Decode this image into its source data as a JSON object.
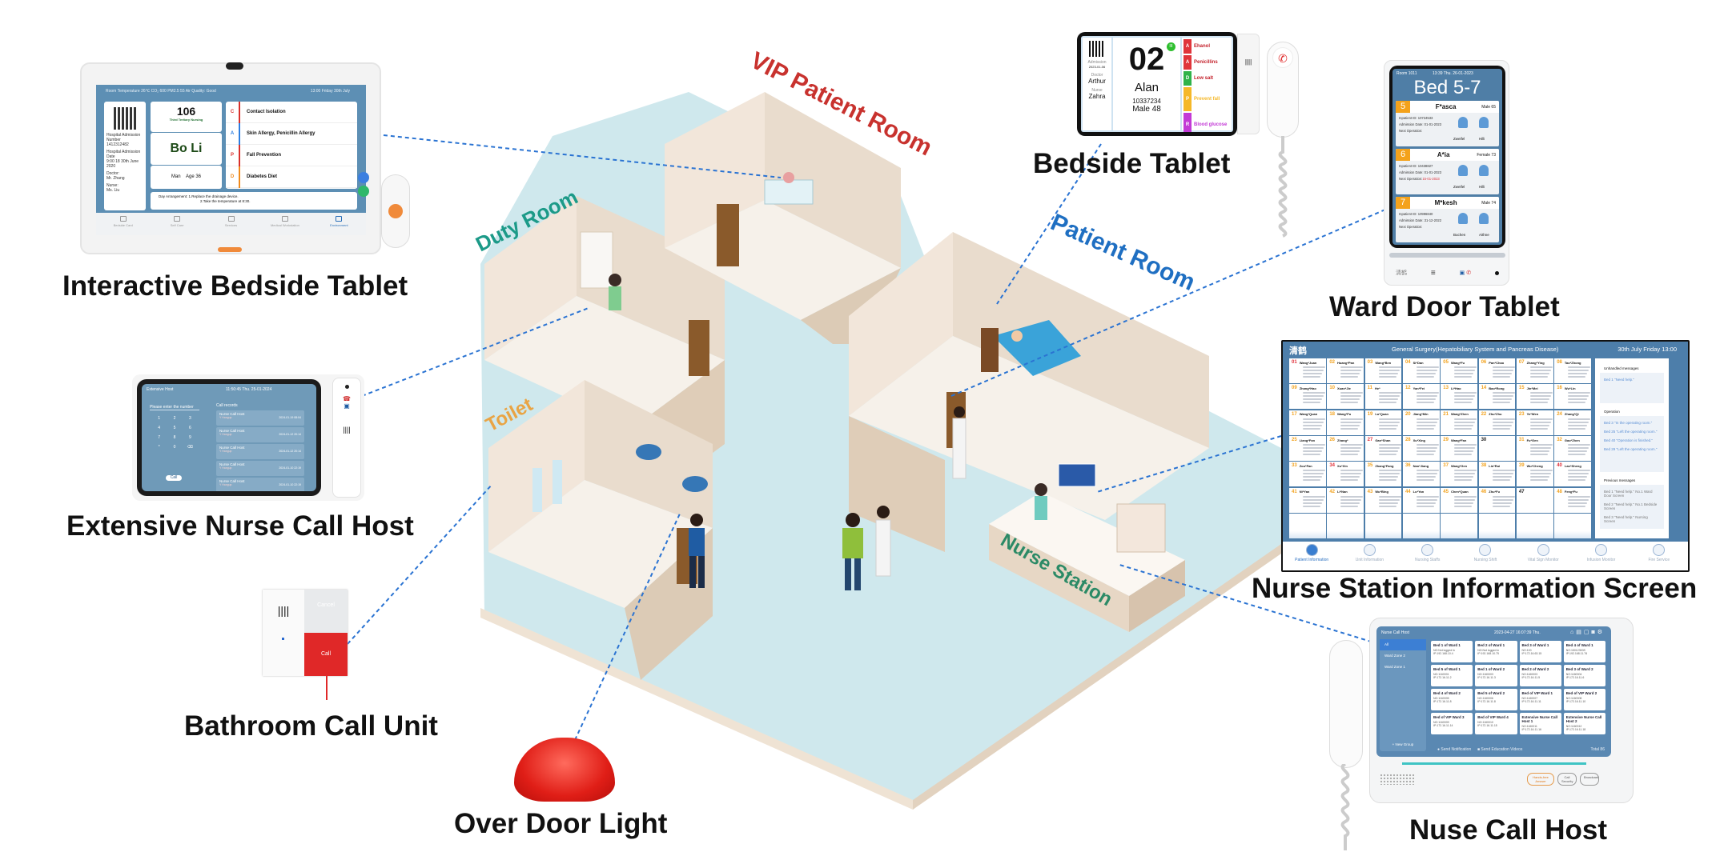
{
  "labels": {
    "interactive_bedside_tablet": "Interactive Bedside Tablet",
    "extensive_nurse_call_host": "Extensive Nurse Call Host",
    "bathroom_call_unit": "Bathroom Call Unit",
    "over_door_light": "Over Door Light",
    "bedside_tablet": "Bedside Tablet",
    "ward_door_tablet": "Ward Door Tablet",
    "nurse_station_information_screen": "Nurse Station Information Screen",
    "nuse_call_host": "Nuse Call Host"
  },
  "rooms": {
    "vip": "VIP Patient Room",
    "duty": "Duty Room",
    "patient": "Patient Room",
    "toilet": "Toilet",
    "nurse_station": "Nurse Station"
  },
  "room_colors": {
    "vip": "#c8322e",
    "duty": "#1c9a88",
    "patient": "#1f6fc2",
    "toilet": "#e9a444",
    "nurse_station": "#2b8a66"
  },
  "interactive_tablet": {
    "header": "Room Temperature 26℃  CO₂ 600   PM2.5 55   Air Quality: Good",
    "datetime": "13:00 Friday 30th July",
    "left": [
      "Hospital Admission Number",
      "1412312482",
      "Hospital Admission Date",
      "9:00 18 30th June 2020",
      "Doctor:",
      "Mr. Zhang",
      "Nurse:",
      "Ms. Liu"
    ],
    "room": "106",
    "nursing_level": "Third Tertiary Nursing",
    "patient_name": "Bo Li",
    "gender": "Man",
    "age": "Age 36",
    "tags": [
      {
        "letter": "C",
        "text": "Contact Isolation",
        "color": "#d9302b"
      },
      {
        "letter": "A",
        "text": "Skin Allergy, Penicillin Allergy",
        "color": "#2d7ee0"
      },
      {
        "letter": "P",
        "text": "Fall Prevention",
        "color": "#d9302b"
      },
      {
        "letter": "D",
        "text": "Diabetes Diet",
        "color": "#f08a1c"
      }
    ],
    "day_arrangement_label": "Day Arrangement:",
    "day_arrangement": [
      "1.Replace the drainage device.",
      "2.Take the temperature at 8:30."
    ],
    "nav": [
      "Bedside Card",
      "Self Care",
      "Services",
      "Medical Workstation",
      "Environment"
    ],
    "nav_active": 4
  },
  "extensive_host": {
    "title": "Extensive Host",
    "datetime": "11:50:45 Thu. 25-01-2024",
    "dial_placeholder": "Please enter the number",
    "keys": [
      "1",
      "2",
      "3",
      "4",
      "5",
      "6",
      "7",
      "8",
      "9",
      "*",
      "0",
      "⌫"
    ],
    "call_button": "Call",
    "records_title": "Call records",
    "records": [
      {
        "name": "Nurse Call Host",
        "sub": "Y Hangup",
        "time": "2024-01-19 08:04"
      },
      {
        "name": "Nurse Call Host",
        "sub": "Y Hangup",
        "time": "2024-01-12 20:14"
      },
      {
        "name": "Nurse Call Host",
        "sub": "Y Hangup",
        "time": "2024-01-12 20:14"
      },
      {
        "name": "Nurse Call Host",
        "sub": "Y Hangup",
        "time": "2024-01-10 22:19"
      },
      {
        "name": "Nurse Call Host",
        "sub": "Y Hangup",
        "time": "2024-01-10 22:19"
      }
    ]
  },
  "bathroom_unit": {
    "cancel": "Cancel",
    "call": "Call"
  },
  "bedside_tablet": {
    "admission_label": "Admission",
    "admission_date": "2023-01-06",
    "doctor_label": "Doctor",
    "doctor": "Arthur",
    "nurse_label": "Nurse",
    "nurse": "Zahra",
    "bed": "02",
    "level_badge": "III",
    "name": "Alan",
    "id": "10337234",
    "gender_age": "Male  48",
    "tags": [
      {
        "letter": "A",
        "text": "Ehanol",
        "color": "#e0353b",
        "text_color": "#c4202a"
      },
      {
        "letter": "A",
        "text": "Penicillins",
        "color": "#e0353b",
        "text_color": "#c4202a"
      },
      {
        "letter": "D",
        "text": "Low salt",
        "color": "#2fb34a",
        "text_color": "#c4202a"
      },
      {
        "letter": "P",
        "text": "Prevent fall",
        "color": "#f5b829",
        "text_color": "#f5b829"
      },
      {
        "letter": "R",
        "text": "Blood glucose",
        "color": "#c33ad6",
        "text_color": "#c33ad6"
      }
    ]
  },
  "ward_door": {
    "room": "Room 1011",
    "datetime": "13:39 Thu. 26-01-2023",
    "title": "Bed 5-7",
    "beds": [
      {
        "num": "5",
        "name": "F*asca",
        "info": "Male 65",
        "inpatient": "Inpatient ID: 10724533",
        "admission": "Admission Date: 01-01-2023",
        "next_op_label": "Next Operation:",
        "next_op": "",
        "doctor": "Zweifel",
        "nurse": "Hilli"
      },
      {
        "num": "6",
        "name": "A*ia",
        "info": "Female 73",
        "inpatient": "Inpatient ID: 10438827",
        "admission": "Admission Date: 01-01-2023",
        "next_op_label": "Next Operation:",
        "next_op": "15-01-2023",
        "doctor": "Zweifel",
        "nurse": "Hilli"
      },
      {
        "num": "7",
        "name": "M*kesh",
        "info": "Male 74",
        "inpatient": "Inpatient ID: 10996840",
        "admission": "Admission Date: 31-12-2022",
        "next_op_label": "Next Operation:",
        "next_op": "",
        "doctor": "Buchen",
        "nurse": "Aithne"
      }
    ],
    "brand": "清鹤"
  },
  "nurse_station": {
    "brand": "清鹤",
    "title": "General Surgery(Hepatobiliary System and Pancreas Disease)",
    "datetime": "30th July  Friday   13:00",
    "beds": [
      {
        "n": "01",
        "name": "Wang*Juan"
      },
      {
        "n": "02",
        "name": "Huang*Pan"
      },
      {
        "n": "03",
        "name": "Wang*Ben"
      },
      {
        "n": "04",
        "name": "Si*Dan"
      },
      {
        "n": "05",
        "name": "Wang*Fu"
      },
      {
        "n": "06",
        "name": "Pan*Chao"
      },
      {
        "n": "07",
        "name": "Zhang*Ying"
      },
      {
        "n": "08",
        "name": "Tao*Zhong"
      },
      {
        "n": "09",
        "name": "Zhang*Hao"
      },
      {
        "n": "10",
        "name": "Xuan*Jie"
      },
      {
        "n": "11",
        "name": "He*"
      },
      {
        "n": "12",
        "name": "Yan*Fei"
      },
      {
        "n": "13",
        "name": "Li*Hao"
      },
      {
        "n": "14",
        "name": "Bao*Rong"
      },
      {
        "n": "15",
        "name": "Jin*Mei"
      },
      {
        "n": "16",
        "name": "Wu*Lin"
      },
      {
        "n": "17",
        "name": "Wang*Quan"
      },
      {
        "n": "18",
        "name": "Wang*Fu"
      },
      {
        "n": "19",
        "name": "Lu*Quan"
      },
      {
        "n": "20",
        "name": "Jiang*Min"
      },
      {
        "n": "21",
        "name": "Wang*Zhen"
      },
      {
        "n": "22",
        "name": "Zhu*Zhu"
      },
      {
        "n": "23",
        "name": "Ye*Wen"
      },
      {
        "n": "24",
        "name": "Zhang*Qi"
      },
      {
        "n": "25",
        "name": "Liang*Fan"
      },
      {
        "n": "26",
        "name": "Zhang*"
      },
      {
        "n": "27",
        "name": "Gan*Shan"
      },
      {
        "n": "28",
        "name": "Xu*Xing"
      },
      {
        "n": "29",
        "name": "Wang*Fan"
      },
      {
        "n": "30",
        "name": ""
      },
      {
        "n": "31",
        "name": "Fu*Gen"
      },
      {
        "n": "32",
        "name": "Gao*Zhen"
      },
      {
        "n": "33",
        "name": "Zou*Fan"
      },
      {
        "n": "34",
        "name": "Xu*Xin"
      },
      {
        "n": "35",
        "name": "Zhang*Fang"
      },
      {
        "n": "36",
        "name": "Nan*Jiang"
      },
      {
        "n": "37",
        "name": "Wang*Gen"
      },
      {
        "n": "38",
        "name": "Lin*Rui"
      },
      {
        "n": "39",
        "name": "Wu*Cheng"
      },
      {
        "n": "40",
        "name": "Lan*Sheng"
      },
      {
        "n": "41",
        "name": "Ni*Yan"
      },
      {
        "n": "42",
        "name": "Li*Nan"
      },
      {
        "n": "43",
        "name": "Wu*Bing"
      },
      {
        "n": "44",
        "name": "Lu*Yan"
      },
      {
        "n": "45",
        "name": "Chen*Quan"
      },
      {
        "n": "46",
        "name": "Zhu*Fu"
      },
      {
        "n": "47",
        "name": ""
      },
      {
        "n": "48",
        "name": "Feng*Fu"
      }
    ],
    "red_beds": [
      "01",
      "27",
      "34",
      "40"
    ],
    "unhandled_title": "Unhandled messages",
    "unhandled": [
      "Bed 1 \"Need help.\""
    ],
    "operation_title": "Operation",
    "operation": [
      "Bed 3 \"In the operating room.\"",
      "Bed 25 \"Left the operating room.\"",
      "Bed 40 \"Operation is finished.\"",
      "Bed 29 \"Left the operating room.\""
    ],
    "previous_title": "Previous messages",
    "previous": [
      "Bed 1 \"Need help.\" No.1 Ward Door Screen",
      "Bed 2 \"Need help.\" No.1 Bedside Screen",
      "Bed 3 \"Need help.\" Nursing Screen"
    ],
    "nav": [
      "Patient Information",
      "Unit Information",
      "Nursing Staffs",
      "Nursing Shift",
      "Vital Sign Monitor",
      "Infusion Monitor",
      "Fire Service"
    ],
    "nav_active": 0
  },
  "nurse_call_host": {
    "title": "Nurse Call Host",
    "datetime": "2023-04-27 16:07:39 Thu.",
    "sidebar": [
      "All",
      "Ward Zone 2",
      "Ward Zone 1"
    ],
    "new_group": "+ New Group",
    "cards": [
      {
        "title": "Bed 1 of Ward 1",
        "l1": "NO:Not logged in",
        "l2": "IP:192.168.10.4"
      },
      {
        "title": "Bed 2 of Ward 1",
        "l1": "NO:Not logged in",
        "l2": "IP:192.168.10.75"
      },
      {
        "title": "Bed 3 of Ward 1",
        "l1": "NO:100",
        "l2": "IP:172.16.63.15"
      },
      {
        "title": "Bed 4 of Ward 1",
        "l1": "NO:15012300S",
        "l2": "IP:192.168.11.76"
      },
      {
        "title": "Bed 5 of Ward 1",
        "l1": "NO:1160001",
        "l2": "IP:172.16.11.2"
      },
      {
        "title": "Bed 1 of Ward 2",
        "l1": "NO:1160003",
        "l2": "IP:172.16.11.3"
      },
      {
        "title": "Bed 2 of Ward 2",
        "l1": "NO:1160003",
        "l2": "IP:172.16.11.5"
      },
      {
        "title": "Bed 3 of Ward 2",
        "l1": "NO:1160004",
        "l2": "IP:172.16.11.6"
      },
      {
        "title": "Bed 4 of Ward 2",
        "l1": "NO:1160005",
        "l2": "IP:172.16.11.8"
      },
      {
        "title": "Bed 5 of Ward 2",
        "l1": "NO:1160006",
        "l2": "IP:172.16.11.8"
      },
      {
        "title": "Bed of VIP Ward 1",
        "l1": "NO:1160007",
        "l2": "IP:172.16.11.11"
      },
      {
        "title": "Bed of VIP Ward 2",
        "l1": "NO:1160008",
        "l2": "IP:172.16.11.10"
      },
      {
        "title": "Bed of VIP Ward 3",
        "l1": "NO:1160009",
        "l2": "IP:172.16.11.14"
      },
      {
        "title": "Bed of VIP Ward 4",
        "l1": "NO:1160010",
        "l2": "IP:172.16.11.15"
      },
      {
        "title": "Extensive Nurse Call Host 1",
        "l1": "NO:1160011",
        "l2": "IP:172.16.11.16"
      },
      {
        "title": "Extensive Nurse Call Host 2",
        "l1": "NO:1160012",
        "l2": "IP:172.16.11.18"
      }
    ],
    "send_notification": "Send Notification",
    "send_videos": "Send Education Videos",
    "total": "Total 86",
    "buttons": [
      "Hands-free Answer",
      "Call Security",
      "Broadcast"
    ]
  }
}
